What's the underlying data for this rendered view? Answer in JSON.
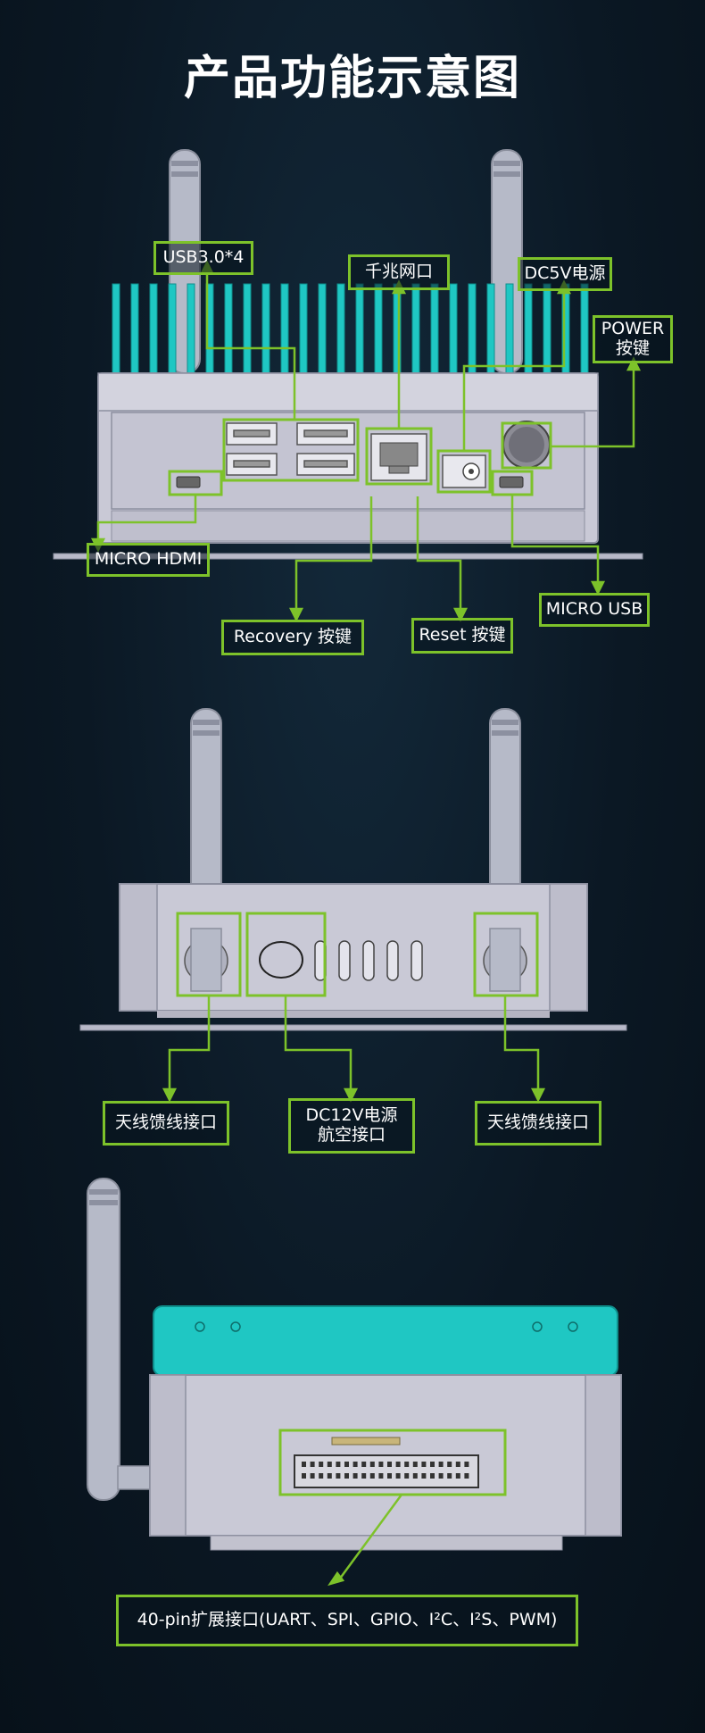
{
  "title": "产品功能示意图",
  "section1": {
    "usb30": "USB3.0*4",
    "gigabit_port": "千兆网口",
    "dc5v_power": "DC5V电源",
    "power_button": [
      "POWER",
      "按键"
    ],
    "micro_hdmi": "MICRO HDMI",
    "micro_usb": "MICRO USB",
    "recovery_button": "Recovery 按键",
    "reset_button": "Reset 按键"
  },
  "section2": {
    "antenna_left": "天线馈线接口",
    "dc12v_power": [
      "DC12V电源",
      "航空接口"
    ],
    "antenna_right": "天线馈线接口"
  },
  "section3": {
    "gpio_header": "40-pin扩展接口(UART、SPI、GPIO、I²C、I²S、PWM)"
  },
  "colors": {
    "accent_green": "#7dc22a",
    "heatsink_teal": "#1fc7c3",
    "chassis_gray": "#c9c9d6"
  }
}
